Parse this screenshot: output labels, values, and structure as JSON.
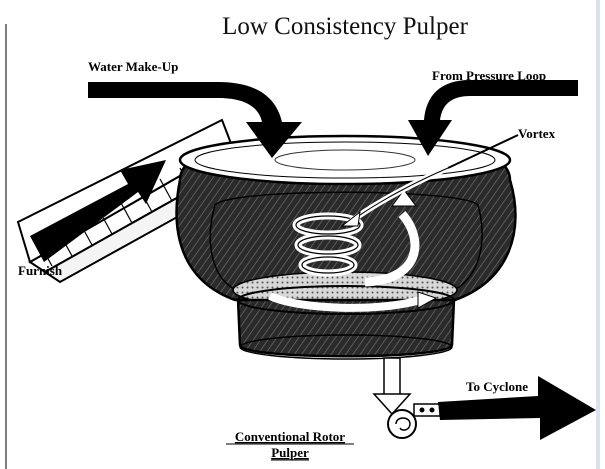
{
  "diagram": {
    "title": "Low Consistency Pulper",
    "labels": {
      "water_make_up": "Water Make-Up",
      "from_pressure_loop": "From Pressure Loop",
      "vortex": "Vortex",
      "furnish": "Furnish",
      "to_cyclone": "To Cyclone",
      "caption_line1": "Conventional Rotor",
      "caption_line2": "Pulper"
    }
  }
}
